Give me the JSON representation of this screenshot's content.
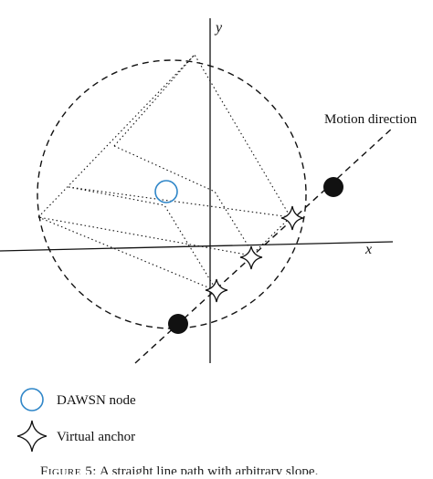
{
  "labels": {
    "axis_x": "x",
    "axis_y": "y",
    "motion": "Motion direction"
  },
  "legend": {
    "node_label": "DAWSN node",
    "anchor_label": "Virtual anchor"
  },
  "caption": {
    "figure_label": "Figure 5:",
    "text": "A straight line path with arbitrary slope."
  },
  "colors": {
    "node": "#2f86c8",
    "ink": "#111111"
  },
  "icons": [
    "dawsn-node-icon",
    "virtual-anchor-icon",
    "beacon-point-icon"
  ]
}
